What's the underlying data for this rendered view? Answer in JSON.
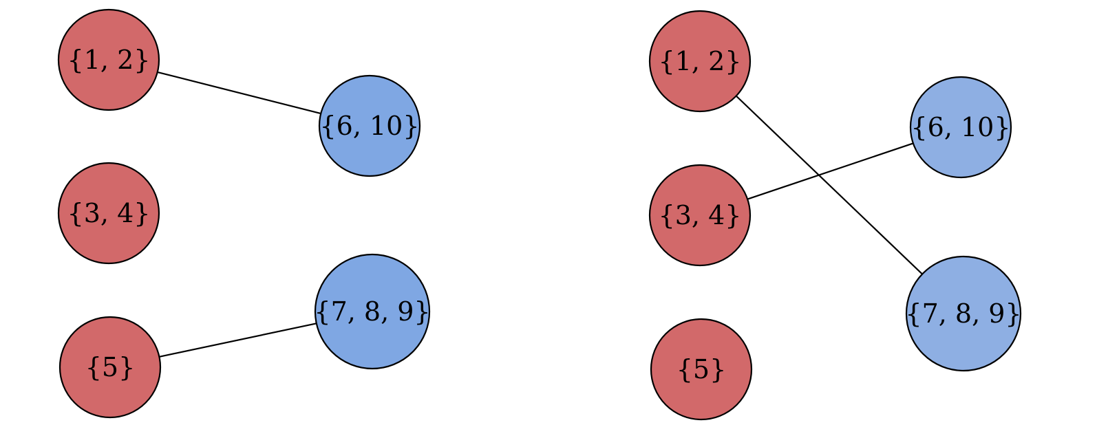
{
  "colors": {
    "red_node": "#d2696a",
    "blue_node_left": "#7fa7e3",
    "blue_node_right": "#8eafe3",
    "stroke": "#000000",
    "background": "#ffffff"
  },
  "panels": [
    {
      "id": "left",
      "nodes": [
        {
          "id": "a12",
          "label": "{1, 2}",
          "group": "red"
        },
        {
          "id": "a34",
          "label": "{3, 4}",
          "group": "red"
        },
        {
          "id": "a5",
          "label": "{5}",
          "group": "red"
        },
        {
          "id": "b610",
          "label": "{6, 10}",
          "group": "blue"
        },
        {
          "id": "b789",
          "label": "{7, 8, 9}",
          "group": "blue"
        }
      ],
      "edges": [
        {
          "from": "a12",
          "to": "b610"
        },
        {
          "from": "a5",
          "to": "b789"
        }
      ]
    },
    {
      "id": "right",
      "nodes": [
        {
          "id": "a12",
          "label": "{1, 2}",
          "group": "red"
        },
        {
          "id": "a34",
          "label": "{3, 4}",
          "group": "red"
        },
        {
          "id": "a5",
          "label": "{5}",
          "group": "red"
        },
        {
          "id": "b610",
          "label": "{6, 10}",
          "group": "blue"
        },
        {
          "id": "b789",
          "label": "{7, 8, 9}",
          "group": "blue"
        }
      ],
      "edges": [
        {
          "from": "a12",
          "to": "b789"
        },
        {
          "from": "a34",
          "to": "b610"
        }
      ]
    }
  ]
}
